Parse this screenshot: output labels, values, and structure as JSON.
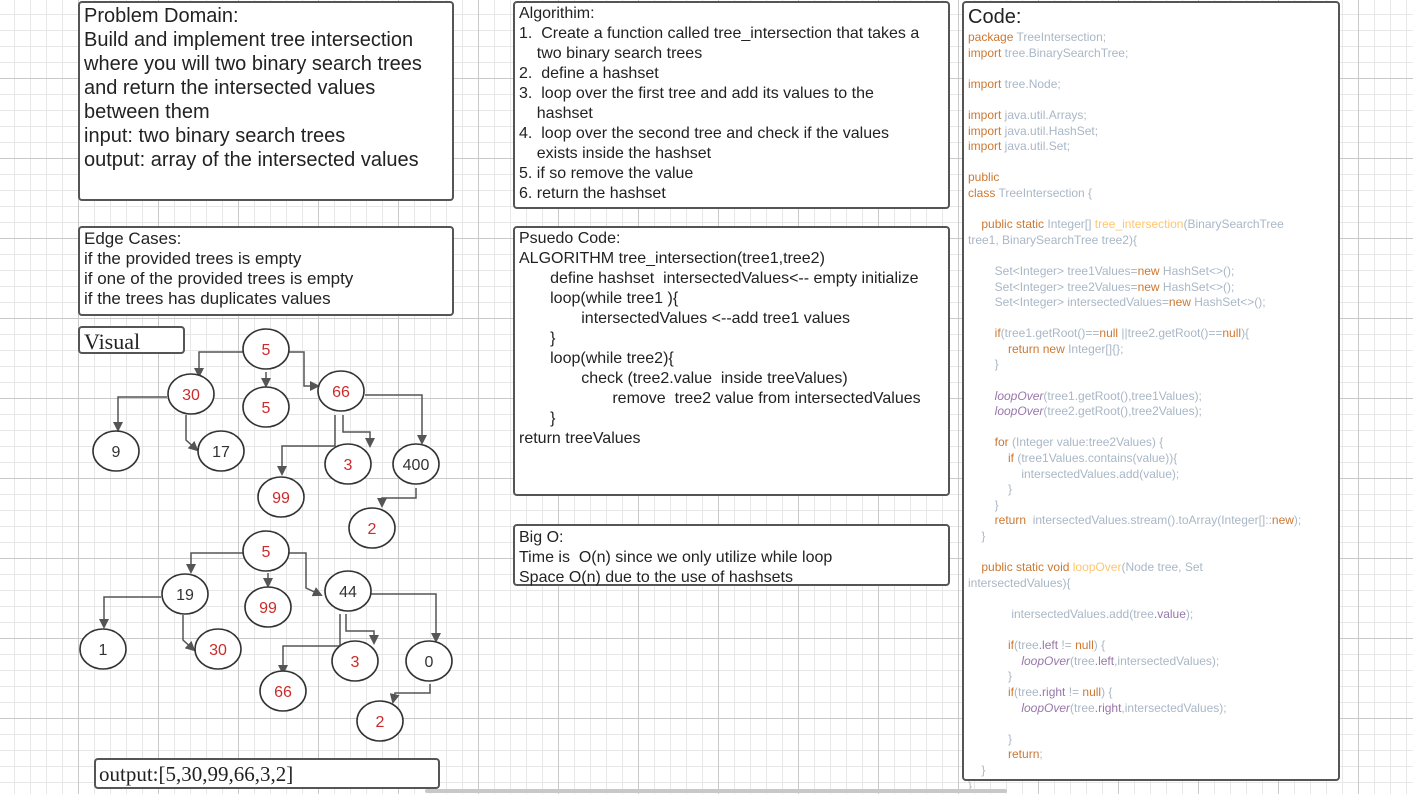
{
  "problem": {
    "lines": [
      "Problem Domain:",
      "Build and implement tree intersection",
      "where you will two binary search trees",
      "and return the intersected values",
      "between them",
      "",
      "input: two binary search trees",
      "output: array of the intersected values"
    ]
  },
  "edge_cases": {
    "lines": [
      "Edge Cases:",
      "if the provided trees is empty",
      "if one of the provided trees is empty",
      "if the trees has duplicates values"
    ]
  },
  "visual_label": "Visual",
  "output_label": "output:[5,30,99,66,3,2]",
  "algorithm": {
    "lines": [
      "Algorithim:",
      "1.  Create a function called tree_intersection that takes a",
      "    two binary search trees",
      "2.  define a hashset",
      "3.  loop over the first tree and add its values to the",
      "    hashset",
      "4.  loop over the second tree and check if the values",
      "    exists inside the hashset",
      "5. if so remove the value",
      "6. return the hashset"
    ]
  },
  "pseudo": {
    "lines": [
      "Psuedo Code:",
      "ALGORITHM tree_intersection(tree1,tree2)",
      "       define hashset  intersectedValues<-- empty initialize",
      "       loop(while tree1 ){",
      "              intersectedValues <--add tree1 values",
      "       }",
      "       loop(while tree2){",
      "              check (tree2.value  inside treeValues)",
      "                     remove  tree2 value from intersectedValues",
      "       }",
      "",
      "return treeValues"
    ]
  },
  "bigo": {
    "lines": [
      "Big O:",
      "Time is  O(n) since we only utilize while loop",
      "Space O(n) due to the use of hashsets"
    ]
  },
  "code": {
    "title": "Code:",
    "lines": [
      "package TreeIntersection;",
      "import tree.BinarySearchTree;",
      "",
      "import tree.Node;",
      "",
      "import java.util.Arrays;",
      "import java.util.HashSet;",
      "import java.util.Set;",
      "",
      "public",
      "class TreeIntersection {",
      "",
      "    public static Integer[] tree_intersection(BinarySearchTree",
      "tree1, BinarySearchTree tree2){",
      "",
      "        Set<Integer> tree1Values=new HashSet<>();",
      "        Set<Integer> tree2Values=new HashSet<>();",
      "        Set<Integer> intersectedValues=new HashSet<>();",
      "",
      "        if(tree1.getRoot()==null ||tree2.getRoot()==null){",
      "            return new Integer[]{};",
      "        }",
      "",
      "        loopOver(tree1.getRoot(),tree1Values);",
      "        loopOver(tree2.getRoot(),tree2Values);",
      "",
      "        for (Integer value:tree2Values) {",
      "            if (tree1Values.contains(value)){",
      "                intersectedValues.add(value);",
      "            }",
      "        }",
      "        return  intersectedValues.stream().toArray(Integer[]::new);",
      "    }",
      "",
      "    public static void loopOver(Node tree, Set",
      "intersectedValues){",
      "",
      "             intersectedValues.add(tree.value);",
      "",
      "            if(tree.left != null) {",
      "                loopOver(tree.left,intersectedValues);",
      "            }",
      "            if(tree.right != null) {",
      "                loopOver(tree.right,intersectedValues);",
      "",
      "            }",
      "            return;",
      "    }",
      "}"
    ]
  },
  "tree1": {
    "nodes": [
      {
        "id": "a",
        "value": "5",
        "color": "#cc2b2b"
      },
      {
        "id": "b",
        "value": "30",
        "color": "#cc2b2b"
      },
      {
        "id": "c",
        "value": "5",
        "color": "#cc2b2b"
      },
      {
        "id": "d",
        "value": "66",
        "color": "#cc2b2b"
      },
      {
        "id": "e",
        "value": "9",
        "color": "#333333"
      },
      {
        "id": "f",
        "value": "17",
        "color": "#333333"
      },
      {
        "id": "g",
        "value": "3",
        "color": "#cc2b2b"
      },
      {
        "id": "h",
        "value": "400",
        "color": "#333333"
      },
      {
        "id": "i",
        "value": "99",
        "color": "#cc2b2b"
      },
      {
        "id": "j",
        "value": "2",
        "color": "#cc2b2b"
      }
    ]
  },
  "tree2": {
    "nodes": [
      {
        "id": "a",
        "value": "5",
        "color": "#cc2b2b"
      },
      {
        "id": "b",
        "value": "19",
        "color": "#333333"
      },
      {
        "id": "c",
        "value": "99",
        "color": "#cc2b2b"
      },
      {
        "id": "d",
        "value": "44",
        "color": "#333333"
      },
      {
        "id": "e",
        "value": "1",
        "color": "#333333"
      },
      {
        "id": "f",
        "value": "30",
        "color": "#cc2b2b"
      },
      {
        "id": "g",
        "value": "3",
        "color": "#cc2b2b"
      },
      {
        "id": "h",
        "value": "0",
        "color": "#333333"
      },
      {
        "id": "i",
        "value": "66",
        "color": "#cc2b2b"
      },
      {
        "id": "j",
        "value": "2",
        "color": "#cc2b2b"
      }
    ]
  }
}
